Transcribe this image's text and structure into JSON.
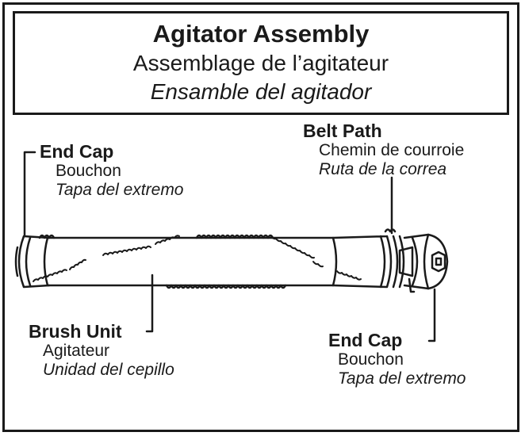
{
  "title": {
    "en": "Agitator Assembly",
    "fr": "Assemblage de l’agitateur",
    "es": "Ensamble del agitador"
  },
  "labels": {
    "end_cap_left": {
      "en": "End Cap",
      "fr": "Bouchon",
      "es": "Tapa del extremo"
    },
    "belt_path": {
      "en": "Belt Path",
      "fr": "Chemin de courroie",
      "es": "Ruta de la correa"
    },
    "brush_unit": {
      "en": "Brush Unit",
      "fr": "Agitateur",
      "es": "Unidad del cepillo"
    },
    "end_cap_right": {
      "en": "End Cap",
      "fr": "Bouchon",
      "es": "Tapa del extremo"
    }
  },
  "colors": {
    "ink": "#1a1a1a",
    "paper": "#ffffff"
  }
}
